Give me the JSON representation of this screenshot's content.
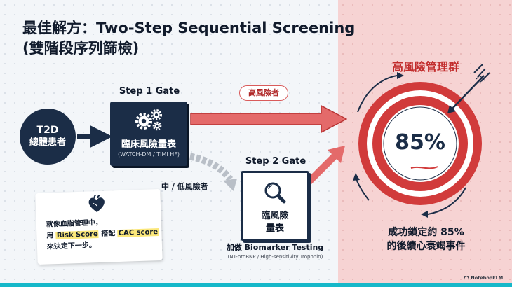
{
  "title": {
    "line1": "最佳解方：Two-Step Sequential Screening",
    "line2": "(雙階段序列篩檢)"
  },
  "t2d": {
    "line1": "T2D",
    "line2": "總體患者"
  },
  "step1": {
    "label": "Step 1 Gate",
    "box_main": "臨床風險量表",
    "box_sub": "(WATCH-DM / TIMI HF)"
  },
  "high_risk_label": "高風險者",
  "mid_low_label": "中 / 低風險者",
  "step2": {
    "label": "Step 2 Gate",
    "box_line1": "臨風險",
    "box_line2": "量表",
    "caption": "加做 Biomarker Testing",
    "caption_sub": "(NT-proBNP / High-sensitivity Troponin)"
  },
  "note": {
    "line1": "就像血脂管理中，",
    "line2_pre": "用 ",
    "line2_hl1": "Risk Score",
    "line2_mid": " 搭配 ",
    "line2_hl2": "CAC score",
    "line3": "來決定下一步。"
  },
  "target": {
    "group_label": "高風險管理群",
    "percent": "85%",
    "conclusion_line1": "成功鎖定約 85%",
    "conclusion_line2": "的後續心衰竭事件"
  },
  "brand": "NotebookLM",
  "colors": {
    "navy": "#1b2d47",
    "red": "#d13b3b",
    "pink_panel": "#f6d3d3",
    "teal": "#16b8c9",
    "highlight": "#fbe77a"
  },
  "icons": [
    "gears-icon",
    "magnifier-icon",
    "heart-icon",
    "dart-arrow-icon",
    "notebooklm-logo-icon"
  ]
}
